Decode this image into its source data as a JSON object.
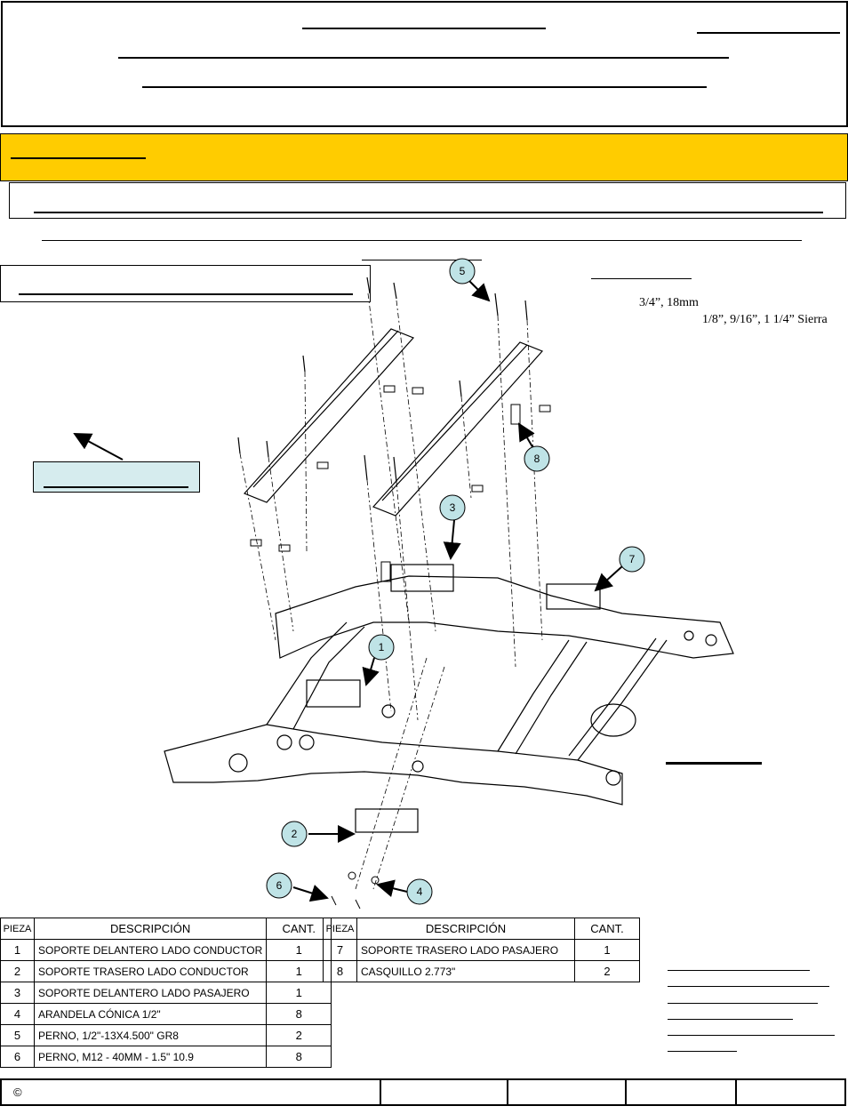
{
  "specs": {
    "socket_sizes": "3/4”, 18mm",
    "drill_sizes": "1/8”, 9/16”, 1 1/4” Sierra"
  },
  "callouts": [
    "1",
    "2",
    "3",
    "4",
    "5",
    "6",
    "7",
    "8"
  ],
  "parts_table_left": {
    "headers": [
      "PIEZA",
      "DESCRIPCIÓN",
      "CANT."
    ],
    "rows": [
      {
        "num": "1",
        "desc": "SOPORTE DELANTERO LADO CONDUCTOR",
        "qty": "1"
      },
      {
        "num": "2",
        "desc": "SOPORTE TRASERO LADO CONDUCTOR",
        "qty": "1"
      },
      {
        "num": "3",
        "desc": "SOPORTE DELANTERO LADO PASAJERO",
        "qty": "1"
      },
      {
        "num": "4",
        "desc": "ARANDELA CÓNICA 1/2\"",
        "qty": "8"
      },
      {
        "num": "5",
        "desc": "PERNO,  1/2\"-13X4.500\" GR8",
        "qty": "2"
      },
      {
        "num": "6",
        "desc": "PERNO, M12 - 40MM - 1.5\" 10.9",
        "qty": "8"
      }
    ]
  },
  "parts_table_right": {
    "headers": [
      "PIEZA",
      "DESCRIPCIÓN",
      "CANT."
    ],
    "rows": [
      {
        "num": "7",
        "desc": "SOPORTE TRASERO LADO PASAJERO",
        "qty": "1"
      },
      {
        "num": "8",
        "desc": "CASQUILLO 2.773\"",
        "qty": "2"
      }
    ]
  },
  "footer": {
    "copyright": "©"
  },
  "colors": {
    "warning": "#ffcc00",
    "callout_fill": "#bfe3e6",
    "callout_box": "#d6ecee"
  }
}
